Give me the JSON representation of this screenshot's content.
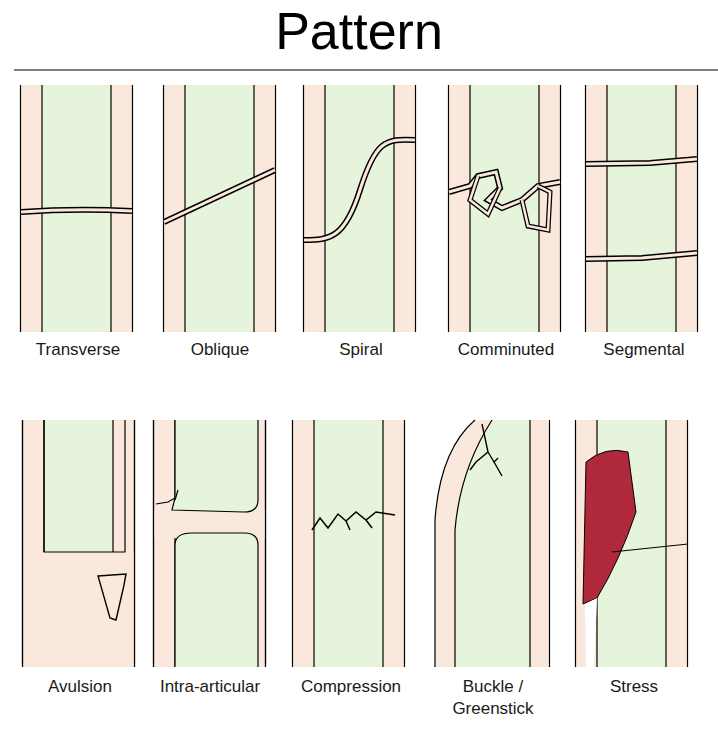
{
  "diagram": {
    "title": "Pattern",
    "labels": [
      "Transverse",
      "Oblique",
      "Spiral",
      "Comminuted",
      "Segmental",
      "Avulsion",
      "Intra-articular",
      "Compression",
      "Buckle / Greenstick",
      "Stress"
    ]
  }
}
